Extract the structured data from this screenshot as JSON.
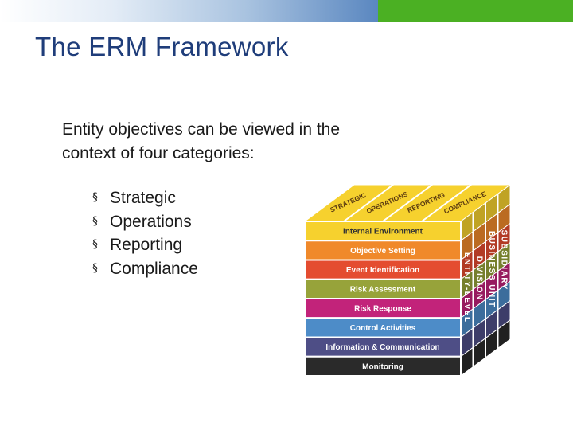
{
  "slide": {
    "title": "The ERM Framework",
    "intro": "Entity objectives can be viewed in the context of four categories:",
    "bullet_marker": "§",
    "bullets": [
      "Strategic",
      "Operations",
      "Reporting",
      "Compliance"
    ]
  },
  "cube": {
    "top_labels": [
      "STRATEGIC",
      "OPERATIONS",
      "REPORTING",
      "COMPLIANCE"
    ],
    "layers": [
      {
        "label": "Internal Environment",
        "color": "#f6d12e",
        "text_color": "#333333"
      },
      {
        "label": "Objective Setting",
        "color": "#f0892a",
        "text_color": "#ffffff"
      },
      {
        "label": "Event Identification",
        "color": "#e44c30",
        "text_color": "#ffffff"
      },
      {
        "label": "Risk Assessment",
        "color": "#97a33a",
        "text_color": "#ffffff"
      },
      {
        "label": "Risk Response",
        "color": "#c2237a",
        "text_color": "#ffffff"
      },
      {
        "label": "Control Activities",
        "color": "#4d8cc8",
        "text_color": "#ffffff"
      },
      {
        "label": "Information & Communication",
        "color": "#4e4e86",
        "text_color": "#ffffff"
      },
      {
        "label": "Monitoring",
        "color": "#2a2a2a",
        "text_color": "#ffffff"
      }
    ],
    "side_labels": [
      "ENTITY-LEVEL",
      "DIVISION",
      "BUSINESS UNIT",
      "SUBSIDIARY"
    ]
  }
}
